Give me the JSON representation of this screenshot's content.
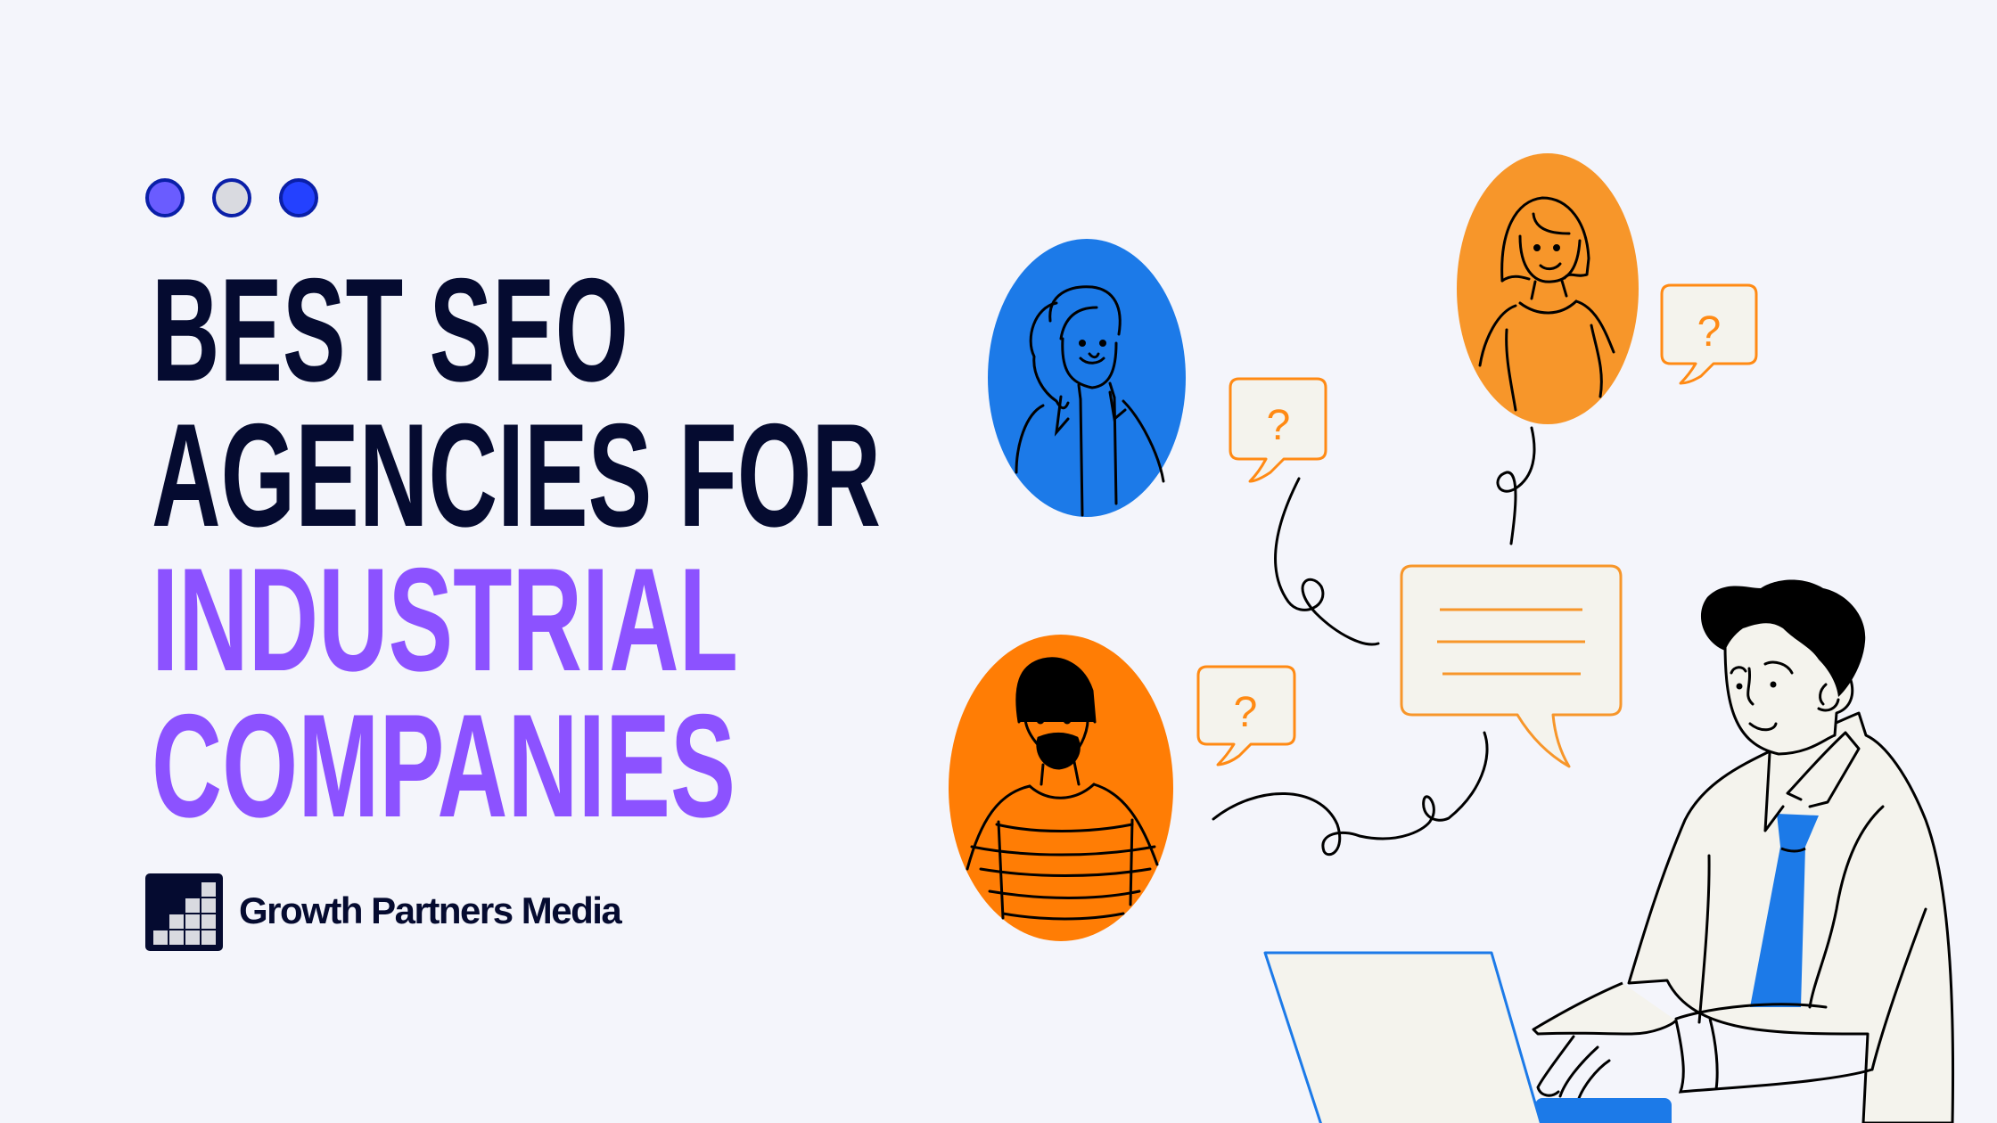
{
  "header": {
    "dots": [
      {
        "name": "dot-purple",
        "color": "#6A5CFF"
      },
      {
        "name": "dot-gray",
        "color": "#D9DAE0"
      },
      {
        "name": "dot-blue",
        "color": "#2441FF"
      }
    ]
  },
  "title": {
    "line1": "BEST SEO",
    "line2": "AGENCIES FOR",
    "line3": "INDUSTRIAL",
    "line4": "COMPANIES",
    "primary_color": "#050B30",
    "accent_color": "#8C52FF"
  },
  "brand": {
    "name": "Growth Partners Media",
    "logo_icon": "bar-steps-icon"
  },
  "illustration": {
    "question_mark": "?",
    "avatars": [
      {
        "name": "woman-ponytail",
        "bg": "#1C7AE8"
      },
      {
        "name": "woman-bob",
        "bg": "#F7962A"
      },
      {
        "name": "man-beard",
        "bg": "#FF7D05"
      }
    ],
    "bubble_border": "#F7962A",
    "bubble_fill": "#F4F3ED",
    "tie_color": "#1C7AE8"
  }
}
